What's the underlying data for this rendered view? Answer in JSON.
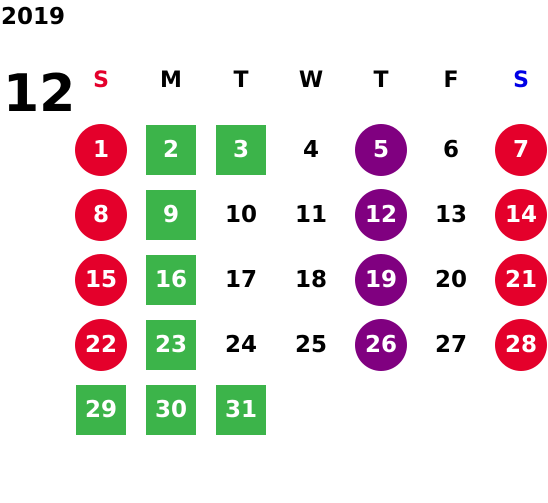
{
  "year": "2019",
  "month": "12",
  "colors": {
    "red": "#e4002b",
    "blue": "#0000e6",
    "green": "#3cb44a",
    "purple": "#800080"
  },
  "weekdays": [
    {
      "label": "S",
      "color": "red"
    },
    {
      "label": "M"
    },
    {
      "label": "T"
    },
    {
      "label": "W"
    },
    {
      "label": "T"
    },
    {
      "label": "F"
    },
    {
      "label": "S",
      "color": "blue"
    }
  ],
  "weeks": [
    [
      {
        "day": "1",
        "marker": "red-circle"
      },
      {
        "day": "2",
        "marker": "green-square"
      },
      {
        "day": "3",
        "marker": "green-square"
      },
      {
        "day": "4"
      },
      {
        "day": "5",
        "marker": "purple-circle"
      },
      {
        "day": "6"
      },
      {
        "day": "7",
        "marker": "red-circle"
      }
    ],
    [
      {
        "day": "8",
        "marker": "red-circle"
      },
      {
        "day": "9",
        "marker": "green-square"
      },
      {
        "day": "10"
      },
      {
        "day": "11"
      },
      {
        "day": "12",
        "marker": "purple-circle"
      },
      {
        "day": "13"
      },
      {
        "day": "14",
        "marker": "red-circle"
      }
    ],
    [
      {
        "day": "15",
        "marker": "red-circle"
      },
      {
        "day": "16",
        "marker": "green-square"
      },
      {
        "day": "17"
      },
      {
        "day": "18"
      },
      {
        "day": "19",
        "marker": "purple-circle"
      },
      {
        "day": "20"
      },
      {
        "day": "21",
        "marker": "red-circle"
      }
    ],
    [
      {
        "day": "22",
        "marker": "red-circle"
      },
      {
        "day": "23",
        "marker": "green-square"
      },
      {
        "day": "24"
      },
      {
        "day": "25"
      },
      {
        "day": "26",
        "marker": "purple-circle"
      },
      {
        "day": "27"
      },
      {
        "day": "28",
        "marker": "red-circle"
      }
    ],
    [
      {
        "day": "29",
        "marker": "green-square"
      },
      {
        "day": "30",
        "marker": "green-square"
      },
      {
        "day": "31",
        "marker": "green-square"
      },
      null,
      null,
      null,
      null
    ]
  ]
}
